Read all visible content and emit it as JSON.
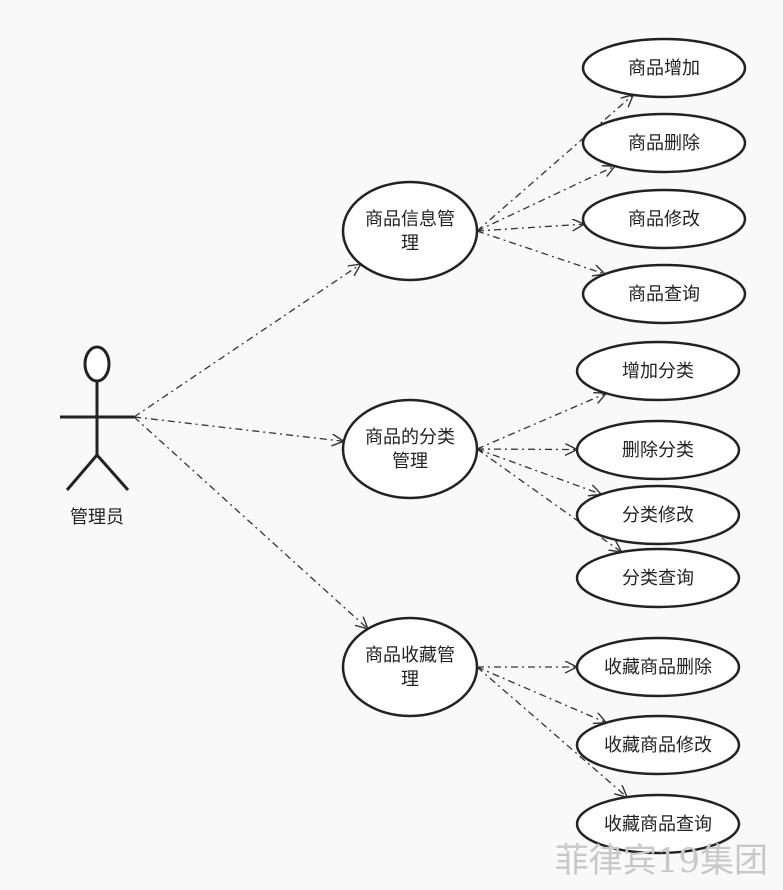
{
  "actor": {
    "label": "管理员"
  },
  "groups": [
    {
      "main": {
        "lines": [
          "商品信息管",
          "理"
        ]
      },
      "children": [
        "商品增加",
        "商品删除",
        "商品修改",
        "商品查询"
      ]
    },
    {
      "main": {
        "lines": [
          "商品的分类",
          "管理"
        ]
      },
      "children": [
        "增加分类",
        "删除分类",
        "分类修改",
        "分类查询"
      ]
    },
    {
      "main": {
        "lines": [
          "商品收藏管",
          "理"
        ]
      },
      "children": [
        "收藏商品删除",
        "收藏商品修改",
        "收藏商品查询"
      ]
    }
  ],
  "watermark": "菲律宾19集团",
  "colors": {
    "background": "#f9f9f9",
    "stroke": "#222222",
    "watermark": "#c8c8c8"
  }
}
